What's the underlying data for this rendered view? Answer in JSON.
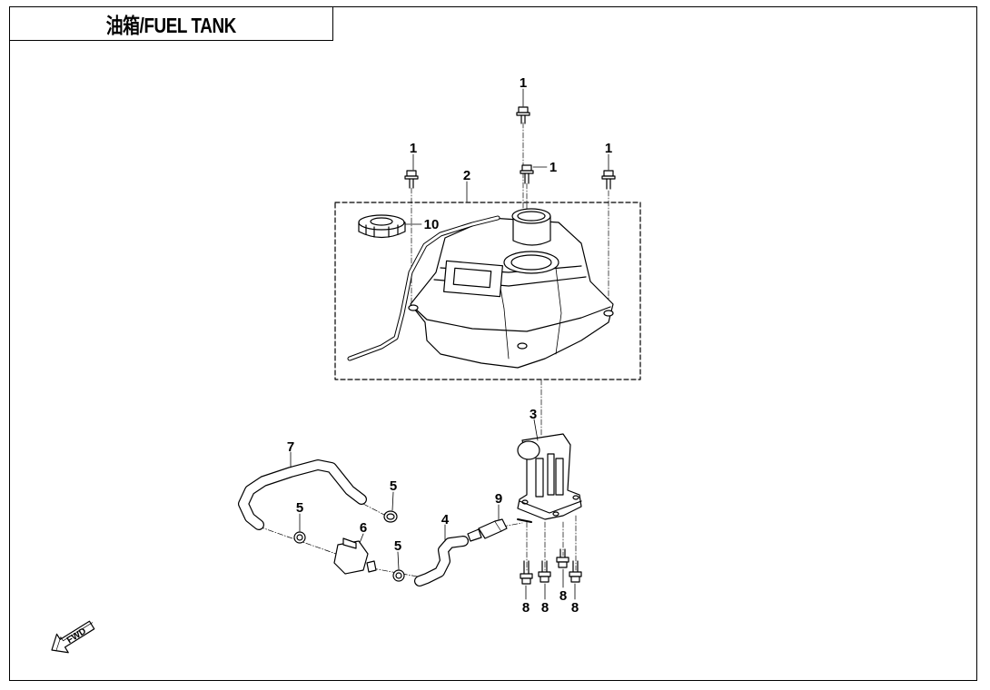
{
  "title": "油箱/FUEL TANK",
  "callouts": {
    "bolt_top": "1",
    "bolt_left": "1",
    "bolt_mid": "1",
    "bolt_right": "1",
    "tank": "2",
    "pump": "3",
    "hose_short": "4",
    "clamp_a": "5",
    "clamp_b": "5",
    "clamp_c": "5",
    "filter": "6",
    "hose_long": "7",
    "screw_a": "8",
    "screw_b": "8",
    "screw_c": "8",
    "screw_d": "8",
    "fitting": "9",
    "cap": "10"
  },
  "direction_marker": "FWD",
  "colors": {
    "line": "#000000",
    "background": "#ffffff",
    "part_fill": "#ffffff"
  }
}
